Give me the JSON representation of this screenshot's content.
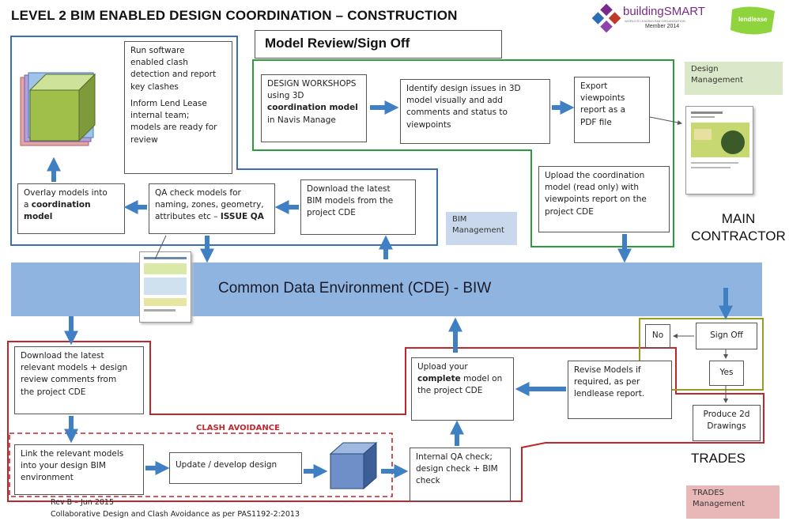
{
  "title": "LEVEL 2 BIM ENABLED DESIGN COORDINATION – CONSTRUCTION",
  "logos": {
    "building_smart": "buildingSMART",
    "building_smart_sub": "Member 2014",
    "building_smart_line": "WORLD'S LEADING BIM ORGANISATION",
    "lendlease": "lendlease"
  },
  "model_review_title": "Model Review/Sign Off",
  "cde_label": "Common Data Environment (CDE) - BIW",
  "tags": {
    "design_management": [
      "Design",
      "Management"
    ],
    "bim_management": [
      "BIM",
      "Management"
    ],
    "trades_management": [
      "TRADES",
      "Management"
    ]
  },
  "labels": {
    "main_contractor": [
      "MAIN",
      "CONTRACTOR"
    ],
    "trades": "TRADES",
    "clash_avoidance": "CLASH AVOIDANCE"
  },
  "boxes": {
    "run_software": {
      "p1": [
        "Run software",
        "enabled clash",
        "detection and report",
        "key clashes"
      ],
      "p2": [
        "Inform Lend Lease",
        "internal team;",
        "models are ready for",
        "review"
      ]
    },
    "design_workshops": {
      "pre": [
        "DESIGN WORKSHOPS",
        "using 3D"
      ],
      "bold": "coordination model",
      "post": "in Navis Manage"
    },
    "identify_issues": [
      "Identify design issues in 3D",
      "model visually and add",
      "comments and status to",
      "viewpoints"
    ],
    "export_viewpoints": [
      "Export",
      "viewpoints",
      "report as a",
      "PDF file"
    ],
    "upload_coordination": [
      "Upload the coordination",
      "model (read only) with",
      "viewpoints report on the",
      "project CDE"
    ],
    "overlay_models": {
      "pre": "Overlay models into",
      "article": "a",
      "bold1": "coordination",
      "bold2": "model"
    },
    "qa_check": {
      "lines": [
        "QA check models for",
        "naming, zones, geometry,"
      ],
      "last": "attributes etc –",
      "bold": "ISSUE QA"
    },
    "download_latest_bim": [
      "Download the latest",
      "BIM models from the",
      "project CDE"
    ],
    "download_relevant": [
      "Download the latest",
      "relevant models + design",
      "review comments from",
      "the project CDE"
    ],
    "upload_complete": {
      "pre": "Upload your",
      "bold": "complete",
      "post": "model on",
      "last": "the project CDE"
    },
    "revise_models": [
      "Revise Models if",
      "required, as per",
      "lendlease report."
    ],
    "sign_off": "Sign Off",
    "no": "No",
    "yes": "Yes",
    "produce_2d": [
      "Produce 2d",
      "Drawings"
    ],
    "link_models": [
      "Link the relevant models",
      "into your design BIM",
      "environment"
    ],
    "update_design": "Update / develop design",
    "internal_qa": [
      "Internal QA check;",
      "design check + BIM",
      "check"
    ]
  },
  "footer": {
    "rev": "Rev B – Jun 2015",
    "note": "Collaborative Design and Clash Avoidance as per PAS1192-2:2013"
  },
  "colors": {
    "bim_blue": "#3d6fb0",
    "design_green": "#2d9a3e",
    "trades_red": "#c0272d",
    "arrow_blue": "#3f7fc4",
    "cde_band": "#8fb4e0",
    "sign_off_olive": "#9a9a2a"
  }
}
